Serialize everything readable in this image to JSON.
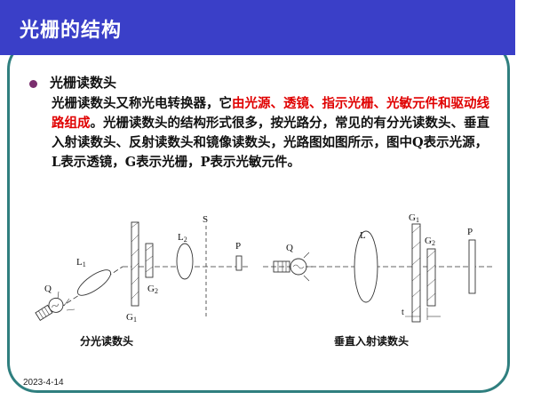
{
  "slide": {
    "title": "光栅的结构",
    "bullet_heading": "光栅读数头",
    "paragraph": {
      "part1": "光栅读数头又称光电转换器，它",
      "part_red": "由光源、透镜、指示光栅、光敏元件和驱动线路组成",
      "part2": "。光栅读数头的结构形式很多，按光路分，常见的有分光读数头、垂直入射读数头、反射读数头和镜像读数头，光路图如图所示，图中",
      "q": "Q表示光源，",
      "l": "L表示透镜，",
      "g": "G表示光栅，",
      "p": "P表示光敏元件。"
    },
    "date": "2023-4-14"
  },
  "diagram_left": {
    "caption": "分光读数头",
    "labels": {
      "q": "Q",
      "l1": "L1",
      "l2": "L2",
      "g1": "G1",
      "g2": "G2",
      "s": "S",
      "p": "P"
    }
  },
  "diagram_right": {
    "caption": "垂直入射读数头",
    "labels": {
      "q": "Q",
      "l": "L",
      "g1": "G1",
      "g2": "G2",
      "p": "P",
      "t": "t"
    }
  },
  "colors": {
    "title_bar": "#3a3fc8",
    "frame": "#2f7f7f",
    "highlight_red": "#e00000",
    "bullet": "#7a2e6e"
  }
}
